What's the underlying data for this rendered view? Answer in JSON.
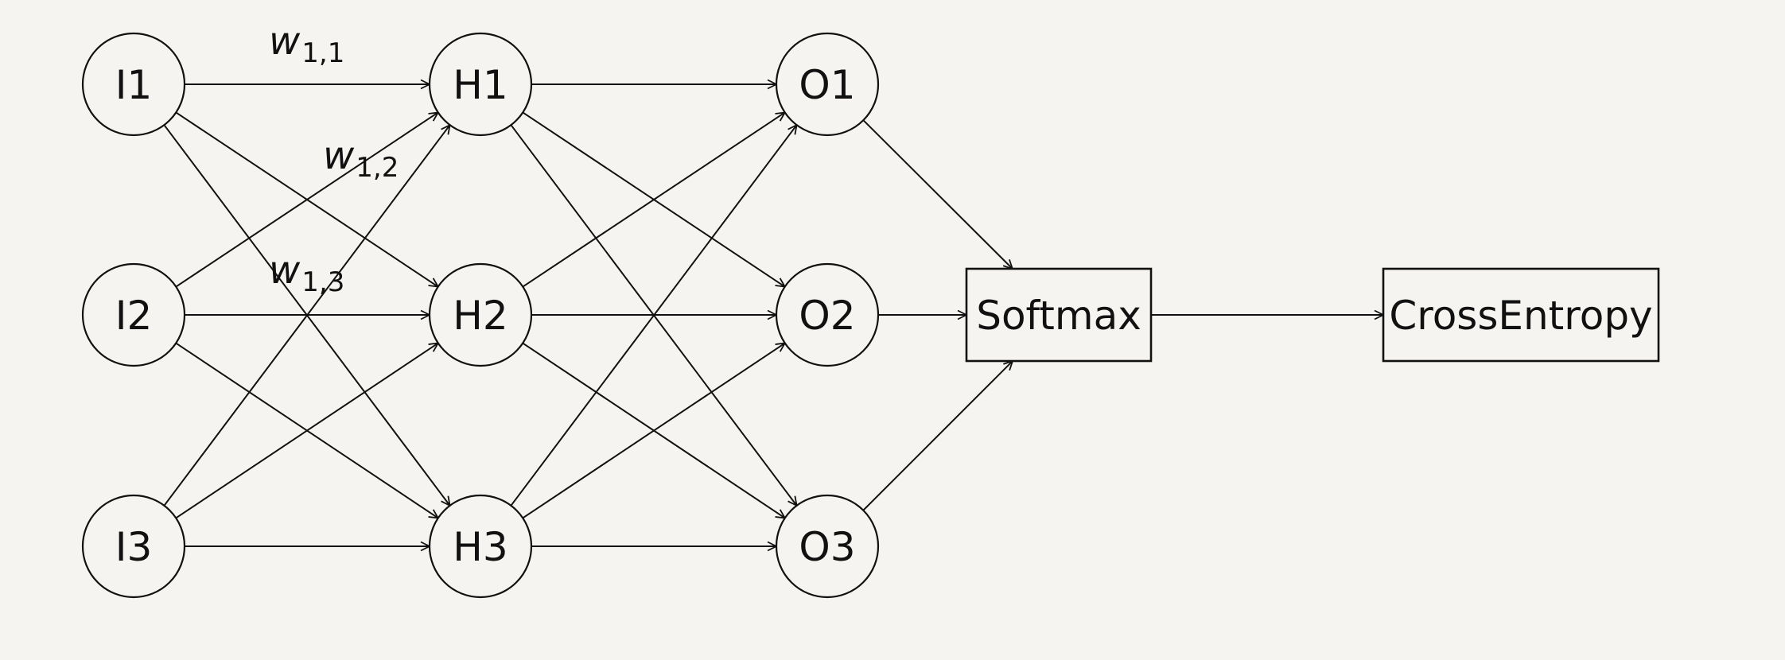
{
  "nodes": [
    {
      "id": "I1",
      "label": "I1",
      "shape": "circle"
    },
    {
      "id": "I2",
      "label": "I2",
      "shape": "circle"
    },
    {
      "id": "I3",
      "label": "I3",
      "shape": "circle"
    },
    {
      "id": "H1",
      "label": "H1",
      "shape": "circle"
    },
    {
      "id": "H2",
      "label": "H2",
      "shape": "circle"
    },
    {
      "id": "H3",
      "label": "H3",
      "shape": "circle"
    },
    {
      "id": "O1",
      "label": "O1",
      "shape": "circle"
    },
    {
      "id": "O2",
      "label": "O2",
      "shape": "circle"
    },
    {
      "id": "O3",
      "label": "O3",
      "shape": "circle"
    },
    {
      "id": "SM",
      "label": "Softmax",
      "shape": "box"
    },
    {
      "id": "CE",
      "label": "CrossEntropy",
      "shape": "box"
    }
  ],
  "edges": [
    [
      "I1",
      "H1"
    ],
    [
      "I1",
      "H2"
    ],
    [
      "I1",
      "H3"
    ],
    [
      "I2",
      "H1"
    ],
    [
      "I2",
      "H2"
    ],
    [
      "I2",
      "H3"
    ],
    [
      "I3",
      "H1"
    ],
    [
      "I3",
      "H2"
    ],
    [
      "I3",
      "H3"
    ],
    [
      "H1",
      "O1"
    ],
    [
      "H1",
      "O2"
    ],
    [
      "H1",
      "O3"
    ],
    [
      "H2",
      "O1"
    ],
    [
      "H2",
      "O2"
    ],
    [
      "H2",
      "O3"
    ],
    [
      "H3",
      "O1"
    ],
    [
      "H3",
      "O2"
    ],
    [
      "H3",
      "O3"
    ],
    [
      "O1",
      "SM"
    ],
    [
      "O2",
      "SM"
    ],
    [
      "O3",
      "SM"
    ],
    [
      "SM",
      "CE"
    ]
  ],
  "weight_labels": [
    {
      "symbol": "w",
      "subscript": "1,1"
    },
    {
      "symbol": "w",
      "subscript": "1,2"
    },
    {
      "symbol": "w",
      "subscript": "1,3"
    }
  ]
}
